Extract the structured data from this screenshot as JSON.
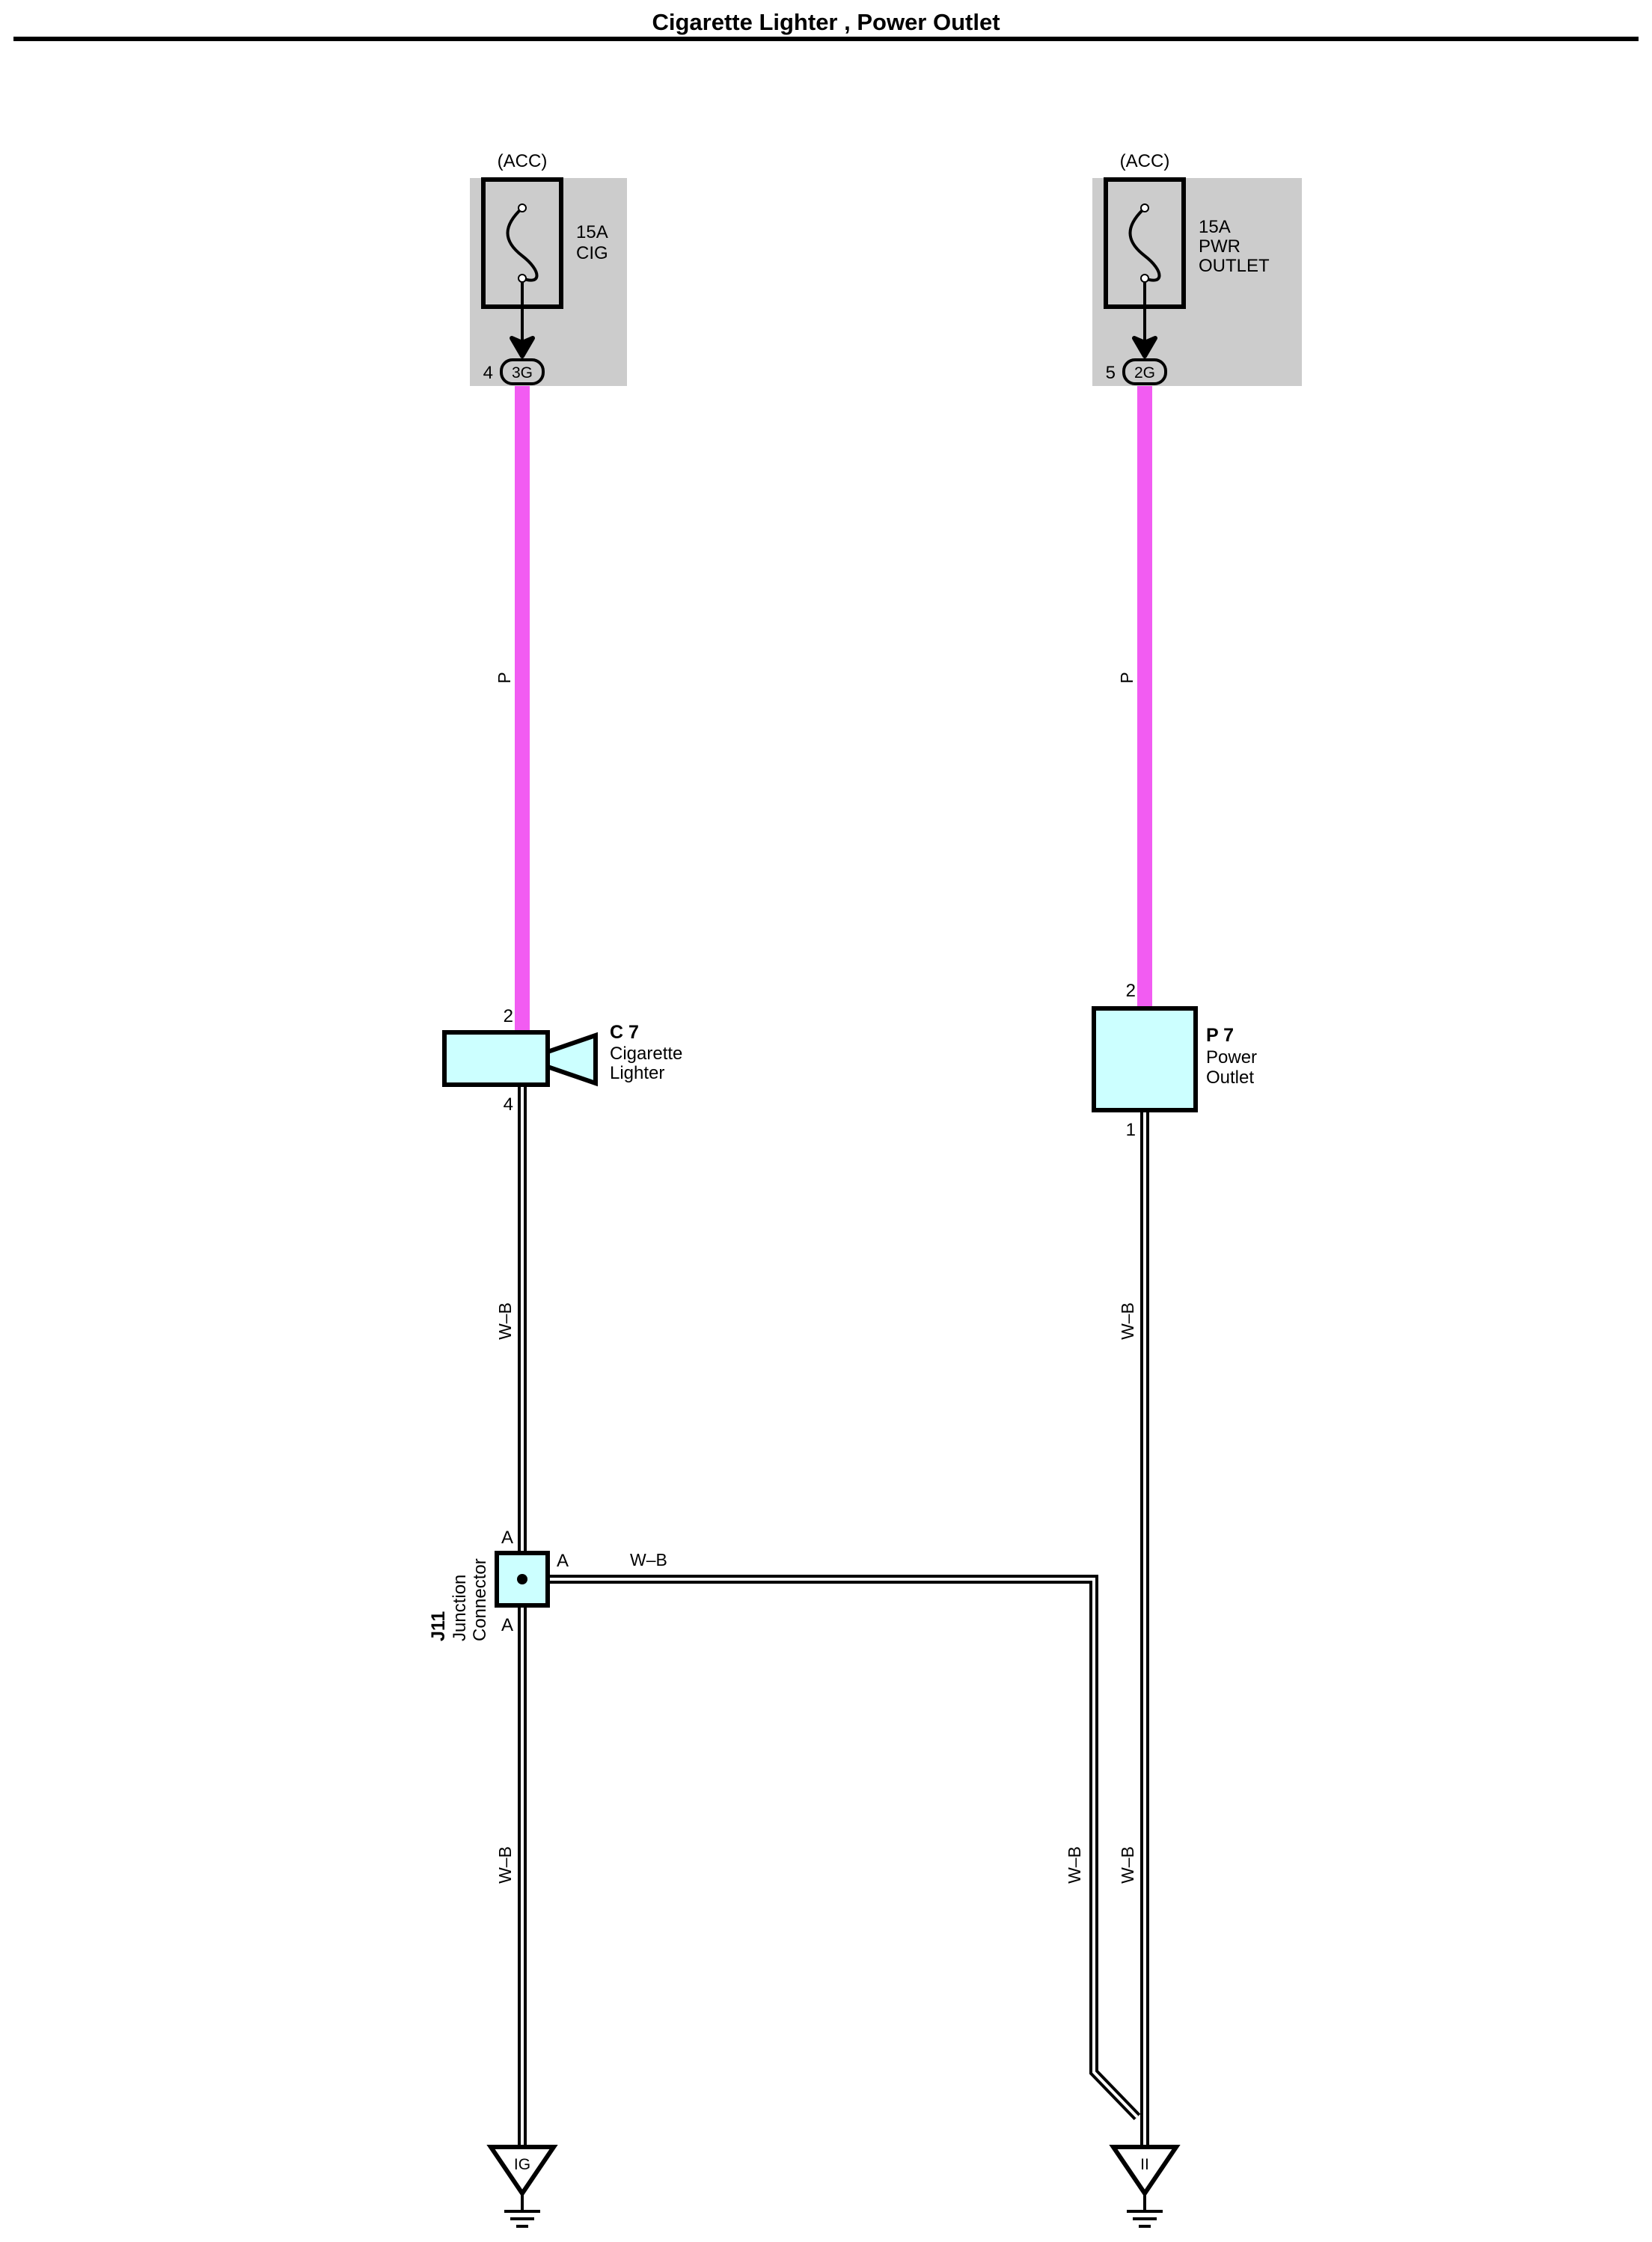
{
  "title": "Cigarette Lighter , Power Outlet",
  "colors": {
    "wire_pink": "#f25cf2",
    "fuse_box_bg": "#cccccc",
    "component_fill": "#ccffff",
    "line": "#000000"
  },
  "fuse_left": {
    "source": "(ACC)",
    "rating": "15A",
    "name_line1": "CIG",
    "pin": "4",
    "connector": "3G"
  },
  "fuse_right": {
    "source": "(ACC)",
    "rating": "15A",
    "name_line1": "PWR",
    "name_line2": "OUTLET",
    "pin": "5",
    "connector": "2G"
  },
  "wires": {
    "left_top": "P",
    "right_top": "P",
    "left_mid": "W–B",
    "right_mid": "W–B",
    "junction_branch": "W–B",
    "left_bottom": "W–B",
    "branch_down": "W–B",
    "right_bottom": "W–B"
  },
  "cig_lighter": {
    "code": "C 7",
    "name_line1": "Cigarette",
    "name_line2": "Lighter",
    "pin_top": "2",
    "pin_bottom": "4"
  },
  "power_outlet": {
    "code": "P 7",
    "name_line1": "Power",
    "name_line2": "Outlet",
    "pin_top": "2",
    "pin_bottom": "1"
  },
  "junction": {
    "code": "J11",
    "name_line1": "Junction",
    "name_line2": "Connector",
    "pin_top": "A",
    "pin_right": "A",
    "pin_bottom": "A"
  },
  "grounds": {
    "left": "IG",
    "right": "II"
  }
}
